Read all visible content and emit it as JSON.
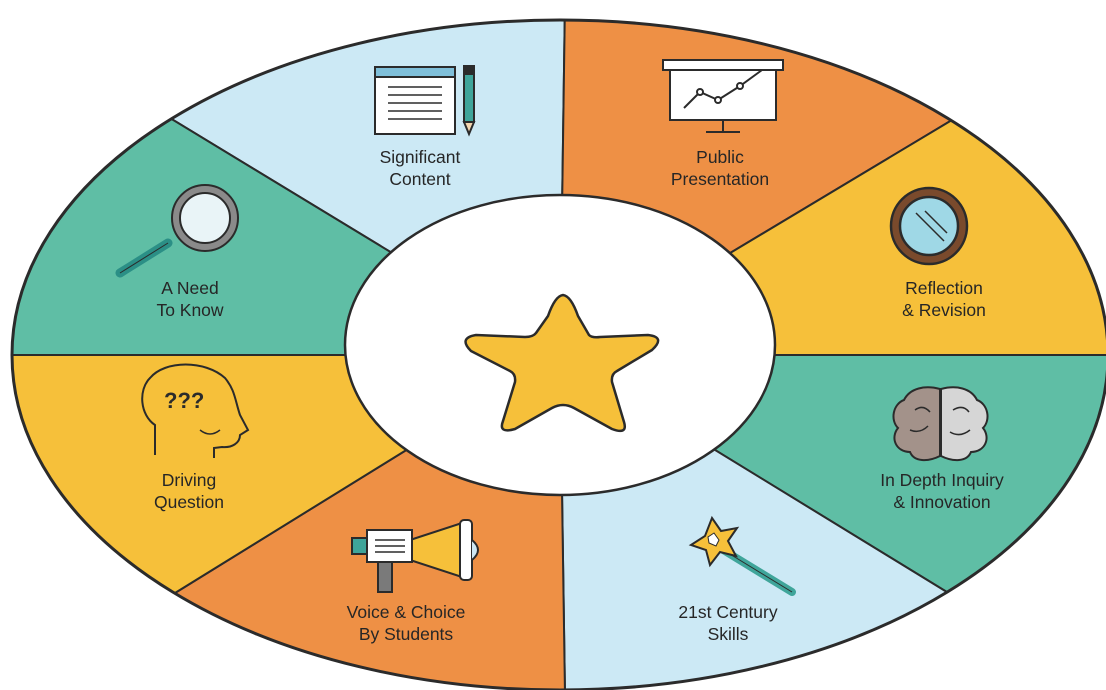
{
  "segments": [
    {
      "id": "significant-content",
      "line1": "Significant",
      "line2": "Content",
      "color": "#cce9f5",
      "icon": "notepad-pencil-icon"
    },
    {
      "id": "public-presentation",
      "line1": "Public",
      "line2": "Presentation",
      "color": "#ee9045",
      "icon": "presentation-board-icon"
    },
    {
      "id": "reflection-revision",
      "line1": "Reflection",
      "line2": "& Revision",
      "color": "#f6c03a",
      "icon": "mirror-icon"
    },
    {
      "id": "in-depth-inquiry",
      "line1": "In Depth Inquiry",
      "line2": "& Innovation",
      "color": "#5fbea5",
      "icon": "brain-icon"
    },
    {
      "id": "21st-century-skills",
      "line1": "21st Century",
      "line2": "Skills",
      "color": "#cce9f5",
      "icon": "magic-wand-icon"
    },
    {
      "id": "voice-choice",
      "line1": "Voice & Choice",
      "line2": "By Students",
      "color": "#ee9045",
      "icon": "megaphone-icon"
    },
    {
      "id": "driving-question",
      "line1": "Driving",
      "line2": "Question",
      "color": "#f6c03a",
      "icon": "head-question-icon"
    },
    {
      "id": "need-to-know",
      "line1": "A Need",
      "line2": "To Know",
      "color": "#5fbea5",
      "icon": "magnifying-glass-icon"
    }
  ],
  "center": {
    "icon": "star-icon",
    "color": "#f6c03a"
  },
  "head_icon_text": "???"
}
